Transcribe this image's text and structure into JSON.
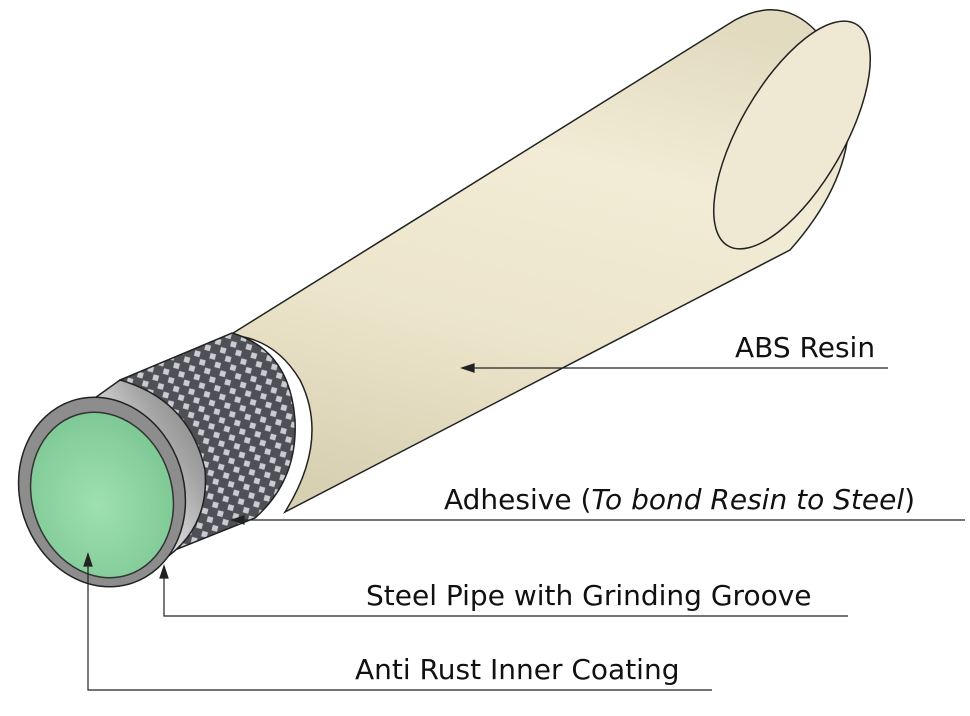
{
  "labels": {
    "abs_resin": "ABS Resin",
    "adhesive": "Adhesive (",
    "adhesive_note": "To bond Resin to Steel",
    "adhesive_close": ")",
    "steel_pipe": "Steel Pipe with Grinding Groove",
    "inner_coating": "Anti Rust Inner Coating"
  },
  "colors": {
    "resin": "#ede6cc",
    "steel": "#a8a8a8",
    "adhesive_mesh": "#55575c",
    "inner_coating": "#8fd6a2",
    "leader_line": "#222222"
  }
}
